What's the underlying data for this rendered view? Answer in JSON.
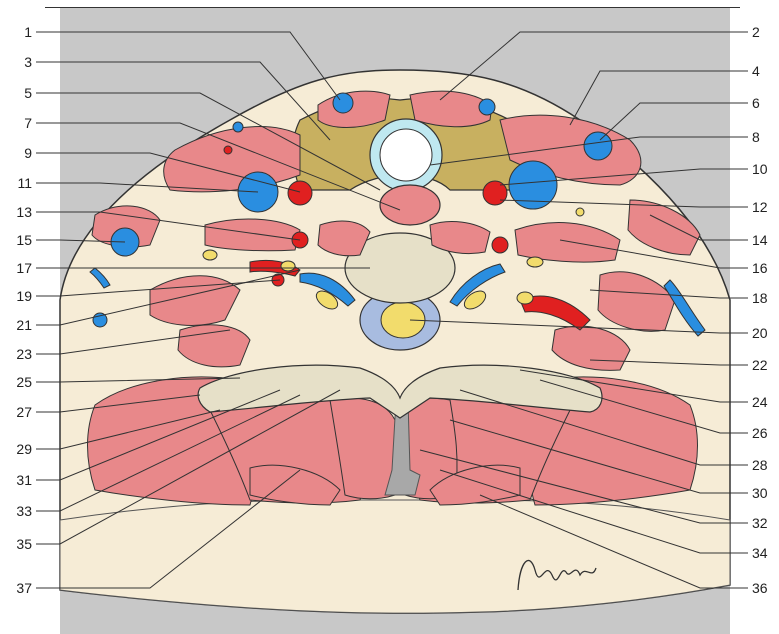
{
  "figure": {
    "left_labels": [
      "1",
      "3",
      "5",
      "7",
      "9",
      "11",
      "13",
      "15",
      "17",
      "19",
      "21",
      "23",
      "25",
      "27",
      "29",
      "31",
      "33",
      "35",
      "37"
    ],
    "right_labels": [
      "2",
      "4",
      "6",
      "8",
      "10",
      "12",
      "14",
      "16",
      "18",
      "20",
      "22",
      "24",
      "26",
      "28",
      "30",
      "32",
      "34",
      "36"
    ],
    "colors": {
      "background": "#c8c8c8",
      "skin": "#f6ecd6",
      "muscle": "#e8888a",
      "artery": "#e02020",
      "vein": "#2a8ee0",
      "thyroid": "#c8b060",
      "bone": "#e6e0c8",
      "nerve": "#f2dc6c",
      "dura": "#a8bce0"
    }
  }
}
